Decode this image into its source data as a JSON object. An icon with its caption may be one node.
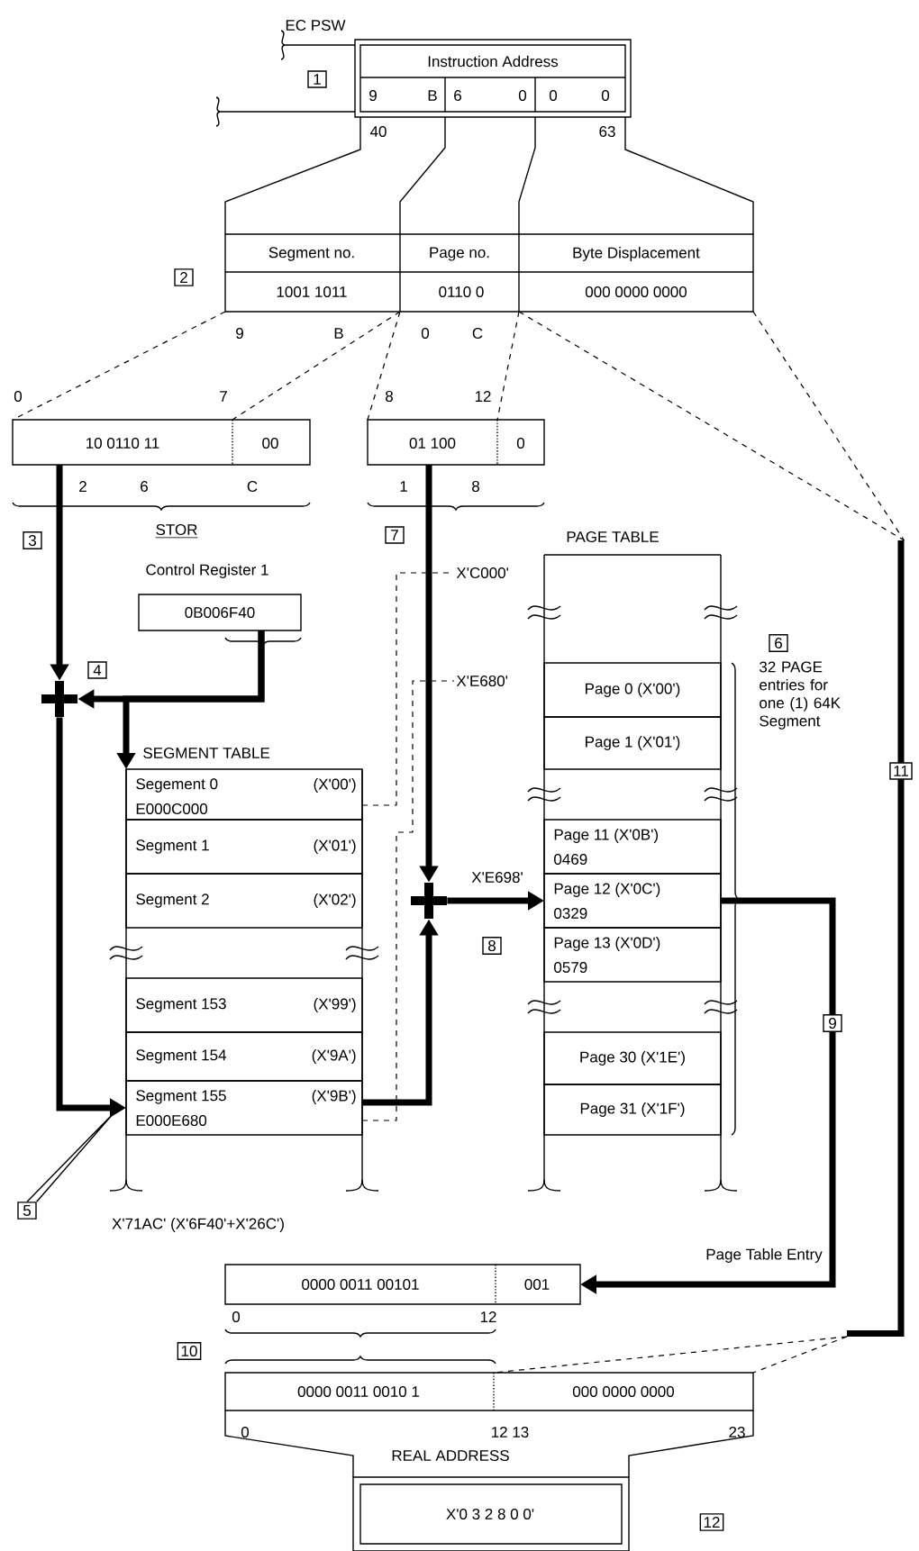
{
  "diagram": {
    "nodes": [
      {
        "text": [
          "Instruction Address",
          "9",
          "B",
          "6",
          "0",
          "0",
          "0"
        ],
        "beside": [
          "40",
          "63"
        ]
      },
      {
        "text": [
          "Segment no.",
          "Page no.",
          "Byte Displacement",
          "1001 1011",
          "0110 0",
          "000 0000 0000"
        ]
      },
      {
        "text": [
          "10 0110 11",
          "00"
        ]
      },
      {
        "text": [
          "01 100",
          "0"
        ]
      },
      {
        "text": [
          "Control Register 1",
          "0B006F40"
        ]
      },
      {
        "text": [],
        "shape": "cross"
      },
      {
        "text": [
          "X'C000'"
        ]
      },
      {
        "text": [
          "X'E680'"
        ]
      },
      {
        "text": [
          "PAGE TABLE"
        ],
        "beside": [
          "32 PAGE entries for one (1) 64K Segment"
        ]
      },
      {
        "text": [
          "Page 0 (X'00')"
        ],
        "in": 8
      },
      {
        "text": [
          "Page 1 (X'01')"
        ],
        "in": 8
      },
      {
        "text": [
          "Page 11 (X'0B')",
          "0469"
        ],
        "in": 8
      },
      {
        "text": [
          "Page 12 (X'0C')",
          "0329"
        ],
        "in": 8
      },
      {
        "text": [
          "Page 13 (X'0D')",
          "0579"
        ],
        "in": 8
      },
      {
        "text": [
          "Page 30 (X'1E')"
        ],
        "in": 8
      },
      {
        "text": [
          "Page 31 (X'1F')"
        ],
        "in": 8
      },
      {
        "text": [
          "SEGMENT TABLE"
        ]
      },
      {
        "text": [
          "Segement 0",
          "(X'00')",
          "E000C000"
        ],
        "in": 16
      },
      {
        "text": [
          "Segment 1",
          "(X'01')"
        ],
        "in": 16
      },
      {
        "text": [
          "Segment 2",
          "(X'02')"
        ],
        "in": 16
      },
      {
        "text": [
          "Segment 153",
          "(X'99')"
        ],
        "in": 16
      },
      {
        "text": [
          "Segment 154",
          "(X'9A')"
        ],
        "in": 16
      },
      {
        "text": [
          "Segment 155",
          "(X'9B')",
          "E000E680"
        ],
        "in": 16
      },
      {
        "text": [],
        "shape": "cross"
      },
      {
        "text": [
          "0000 0011 00101",
          "001"
        ],
        "beside": [
          "0",
          "12"
        ]
      },
      {
        "text": [
          "0000 0011 0010 1",
          "000 0000 0000"
        ],
        "beside": [
          "0",
          "12 13",
          "23"
        ]
      },
      {
        "text": [
          "REAL ADDRESS",
          "X'0 3 2 8 0 0'"
        ]
      },
      {
        "text": [
          "5"
        ]
      },
      {
        "text": [],
        "shape": "bar"
      }
    ],
    "edges": [
      {
        "from": 0,
        "to": 1,
        "arrow": "none"
      },
      {
        "from": 1,
        "to": 2,
        "arrow": "none",
        "style": "dashed"
      },
      {
        "from": 1,
        "to": 3,
        "arrow": "none",
        "style": "dashed"
      },
      {
        "from": 2,
        "to": 5,
        "arrow": "to",
        "style": "thick"
      },
      {
        "from": 4,
        "to": 5,
        "arrow": "to",
        "style": "thick"
      },
      {
        "from": 4,
        "to": 16,
        "arrow": "to",
        "style": "thick"
      },
      {
        "from": 5,
        "to": 22,
        "arrow": "to",
        "style": "thick"
      },
      {
        "from": 17,
        "to": 6,
        "arrow": "none",
        "style": "dashed"
      },
      {
        "from": 22,
        "to": 7,
        "arrow": "none",
        "style": "dashed"
      },
      {
        "from": 22,
        "to": 23,
        "arrow": "to",
        "style": "thick"
      },
      {
        "from": 3,
        "to": 23,
        "arrow": "to",
        "style": "thick"
      },
      {
        "from": 23,
        "to": 12,
        "arrow": "to",
        "style": "thick",
        "label": "X'E698'"
      },
      {
        "from": 12,
        "to": 24,
        "arrow": "to",
        "style": "thick",
        "label": "Page Table Entry"
      },
      {
        "from": 1,
        "to": 28,
        "arrow": "none",
        "style": "dashed"
      },
      {
        "from": 25,
        "to": 26,
        "arrow": "none"
      },
      {
        "from": 27,
        "to": null,
        "arrow": "none"
      },
      {
        "from": 28,
        "to": 25,
        "arrow": "none",
        "style": "dashed"
      },
      {
        "from": 0,
        "to": 1,
        "arrow": "none"
      },
      {
        "from": 0,
        "to": 1,
        "arrow": "none"
      },
      {
        "from": 0,
        "to": 1,
        "arrow": "none"
      },
      {
        "from": 1,
        "to": 2,
        "arrow": "none",
        "style": "dashed"
      },
      {
        "from": 1,
        "to": 3,
        "arrow": "none",
        "style": "dashed"
      },
      {
        "from": 1,
        "to": 28,
        "arrow": "none",
        "style": "dashed"
      },
      {
        "from": 28,
        "to": 25,
        "arrow": "none",
        "style": "dashed"
      },
      {
        "from": 25,
        "to": 26,
        "arrow": "none"
      }
    ],
    "labels": [
      "EC PSW",
      "1",
      "2",
      "9",
      "B",
      "0",
      "C",
      "0",
      "7",
      "8",
      "12",
      "2",
      "6",
      "C",
      "1",
      "8",
      "3",
      "STOR",
      "7",
      "6",
      "11",
      "4",
      "8",
      "9",
      "X'71AC' (X'6F40'+X'26C')",
      "10",
      "12"
    ]
  }
}
